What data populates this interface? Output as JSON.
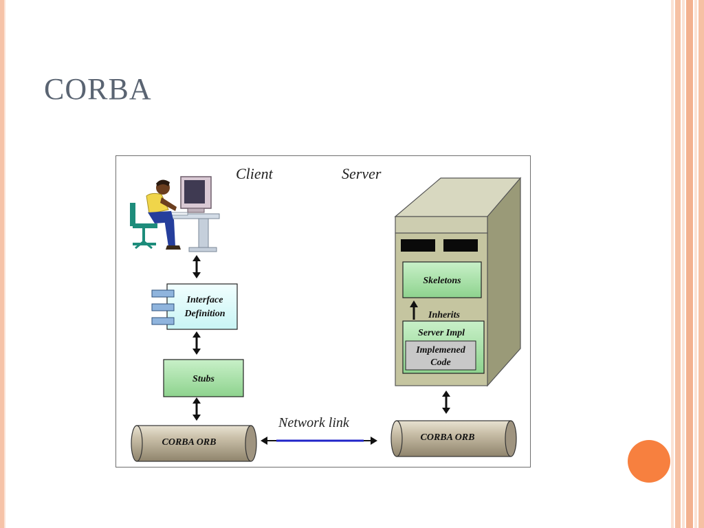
{
  "slide": {
    "title": "CORBA"
  },
  "diagram": {
    "client_label": "Client",
    "server_label": "Server",
    "interface_definition": [
      "Interface",
      "Definition"
    ],
    "stubs": "Stubs",
    "client_orb": "CORBA ORB",
    "network_link": "Network link",
    "server_orb": "CORBA ORB",
    "skeletons": "Skeletons",
    "inherits": "Inherits",
    "server_impl": "Server Impl",
    "implemented_code": [
      "Implemened",
      "Code"
    ]
  },
  "colors": {
    "accent_orange": "#f7803f",
    "title_gray": "#5a6472",
    "box_green": "#9fdc9f",
    "box_cyan": "#d9fbfb",
    "orb_tan": "#b8ad95",
    "server_olive": "#c7c7a3",
    "link_blue": "#1f23c8"
  }
}
